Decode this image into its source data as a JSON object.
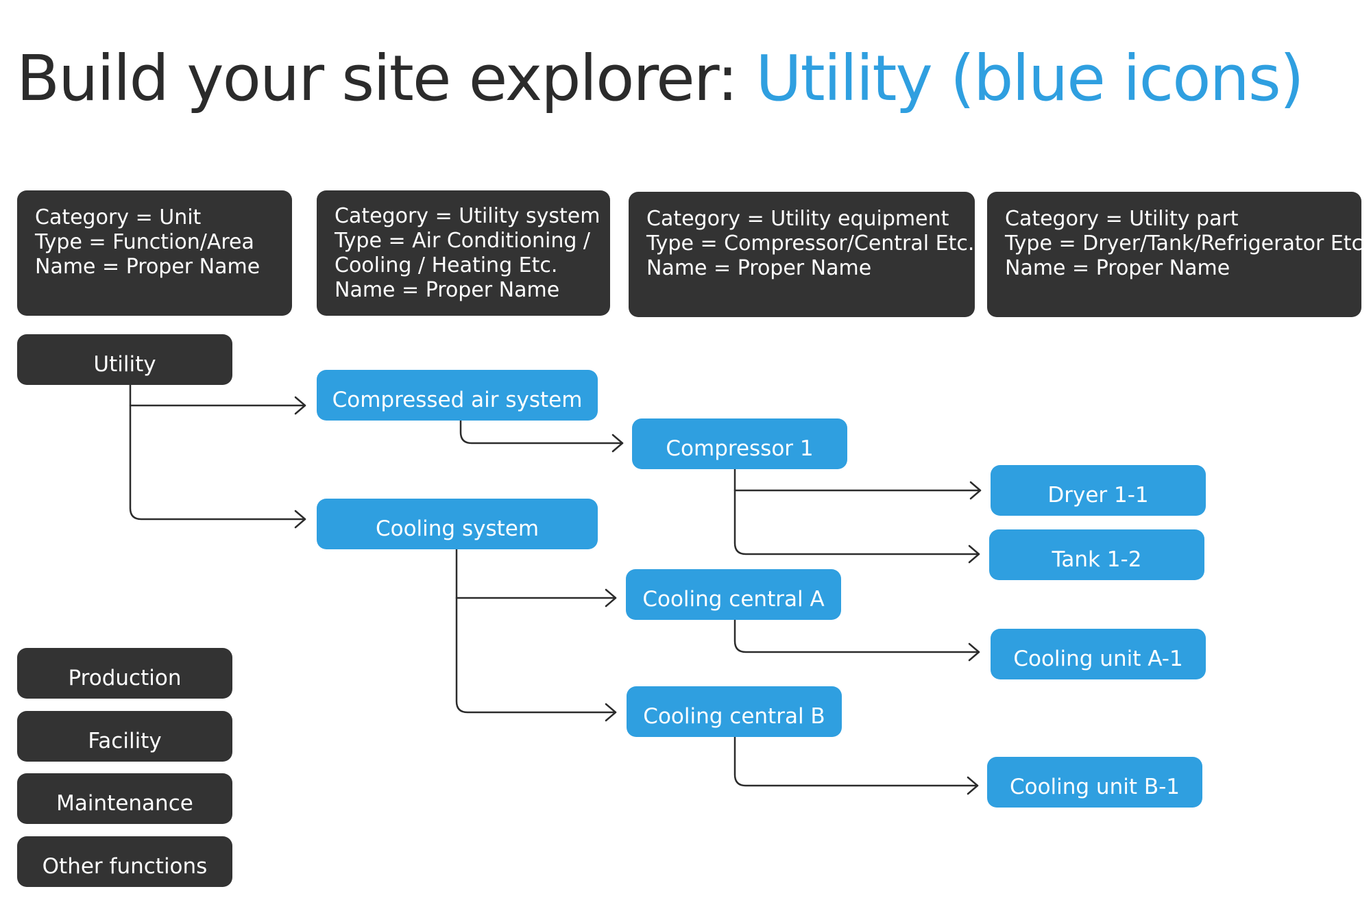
{
  "title": {
    "main": "Build your site explorer: ",
    "accent": "Utility (blue icons)"
  },
  "colors": {
    "dark": "#333333",
    "accent": "#2f9fe0",
    "text_dark": "#2b2b2b"
  },
  "headers": [
    {
      "lines": [
        "Category = Unit",
        "Type = Function/Area",
        "Name = Proper Name"
      ]
    },
    {
      "lines": [
        "Category = Utility system",
        "Type = Air Conditioning /",
        "Cooling / Heating Etc.",
        "Name = Proper Name"
      ]
    },
    {
      "lines": [
        "Category = Utility equipment",
        "Type = Compressor/Central Etc.",
        "Name = Proper Name"
      ]
    },
    {
      "lines": [
        "Category = Utility part",
        "Type = Dryer/Tank/Refrigerator Etc.",
        "Name = Proper Name"
      ]
    }
  ],
  "units": {
    "utility": "Utility",
    "production": "Production",
    "facility": "Facility",
    "maintenance": "Maintenance",
    "other": "Other functions"
  },
  "systems": {
    "compressed_air": "Compressed air system",
    "cooling": "Cooling system"
  },
  "equipment": {
    "compressor_1": "Compressor 1",
    "cooling_central_a": "Cooling central A",
    "cooling_central_b": "Cooling central B"
  },
  "parts": {
    "dryer_1_1": "Dryer 1-1",
    "tank_1_2": "Tank 1-2",
    "cooling_unit_a1": "Cooling unit A-1",
    "cooling_unit_b1": "Cooling unit B-1"
  }
}
